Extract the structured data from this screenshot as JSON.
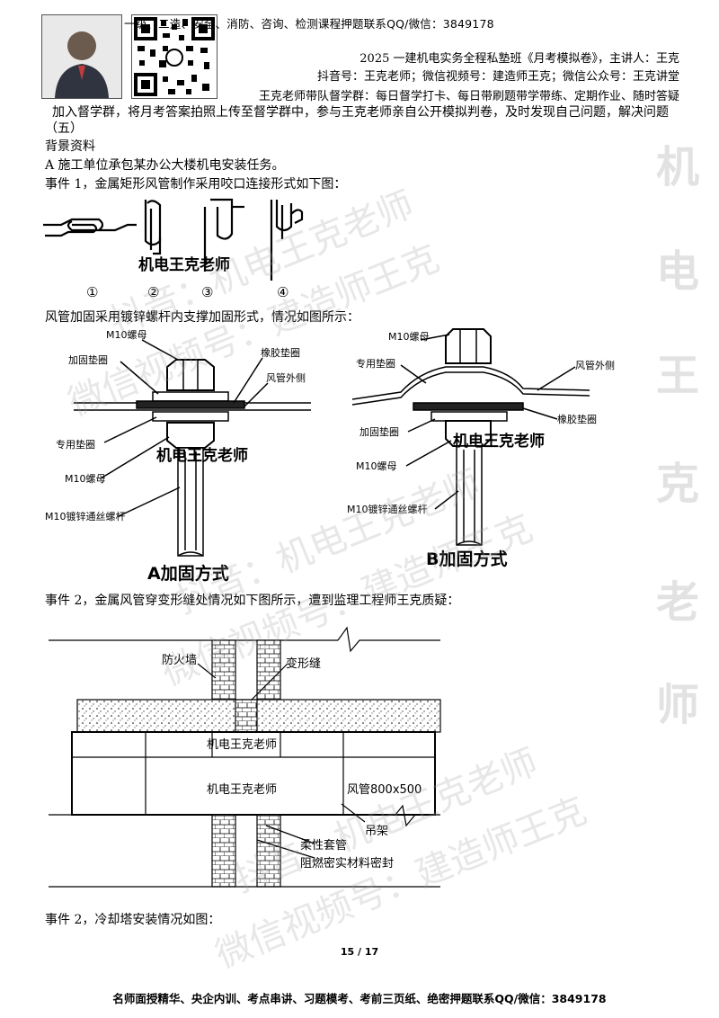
{
  "header": {
    "promo_top": "一级、二造、安全、消防、咨询、检测课程押题联系QQ/微信：3849178",
    "course_title": "2025 一建机电实务全程私塾班《月考模拟卷》，主讲人：王克",
    "accounts": "抖音号：王克老师；微信视频号：建造师王克；微信公众号：王克讲堂",
    "supervision": "王克老师带队督学群：每日督学打卡、每日带刷题带学带练、定期作业、随时答疑",
    "join_group": "加入督学群，将月考答案拍照上传至督学群中，参与王克老师亲自公开模拟判卷，及时发现自己问题，解决问题"
  },
  "section_label": "（五）",
  "background_label": "背景资料",
  "paragraph_1": "A 施工单位承包某办公大楼机电安装任务。",
  "event_1": "事件 1，金属矩形风管制作采用咬口连接形式如下图：",
  "seam_figure": {
    "watermark": "机电王克老师",
    "labels": [
      "①",
      "②",
      "③",
      "④"
    ]
  },
  "reinforce_intro": "风管加固采用镀锌螺杆内支撑加固形式，情况如图所示：",
  "figure_a": {
    "caption": "A加固方式",
    "watermark": "机电王克老师",
    "labels": {
      "nut_top": "M10螺母",
      "washer_top": "加固垫圈",
      "rubber": "橡胶垫圈",
      "duct_outer": "风管外侧",
      "special_washer": "专用垫圈",
      "nut_bottom": "M10螺母",
      "rod": "M10镀锌通丝螺杆"
    }
  },
  "figure_b": {
    "caption": "B加固方式",
    "watermark": "机电王克老师",
    "labels": {
      "nut_top": "M10螺母",
      "special_washer": "专用垫圈",
      "duct_outer": "风管外侧",
      "rubber": "橡胶垫圈",
      "washer": "加固垫圈",
      "nut_bottom": "M10螺母",
      "rod": "M10镀锌通丝螺杆"
    }
  },
  "event_2": "事件 2，金属风管穿变形缝处情况如下图所示，遭到监理工程师王克质疑：",
  "joint_figure": {
    "labels": {
      "fire_wall": "防火墙",
      "expansion_joint": "变形缝",
      "duct_size": "风管800x500",
      "hanger": "吊架",
      "flexible_sleeve": "柔性套管",
      "sealing": "阻燃密实材料密封",
      "watermark_1": "机电王克老师",
      "watermark_2": "机电王克老师"
    }
  },
  "event_3": "事件 2，冷却塔安装情况如图：",
  "page_number": "15 / 17",
  "footer": "名师面授精华、央企内训、考点串讲、习题模考、考前三页纸、绝密押题联系QQ/微信：3849178",
  "watermarks": {
    "vertical": [
      "机",
      "电",
      "王",
      "克",
      "老",
      "师"
    ],
    "diag_1": "抖音：机电王克老师",
    "diag_2": "微信视频号：建造师王克",
    "diag_3": "抖音：机电王克老师",
    "diag_4": "微信视频号：建造师王克",
    "diag_5": "抖音：机电王克老师",
    "diag_6": "微信视频号：建造师王克"
  }
}
